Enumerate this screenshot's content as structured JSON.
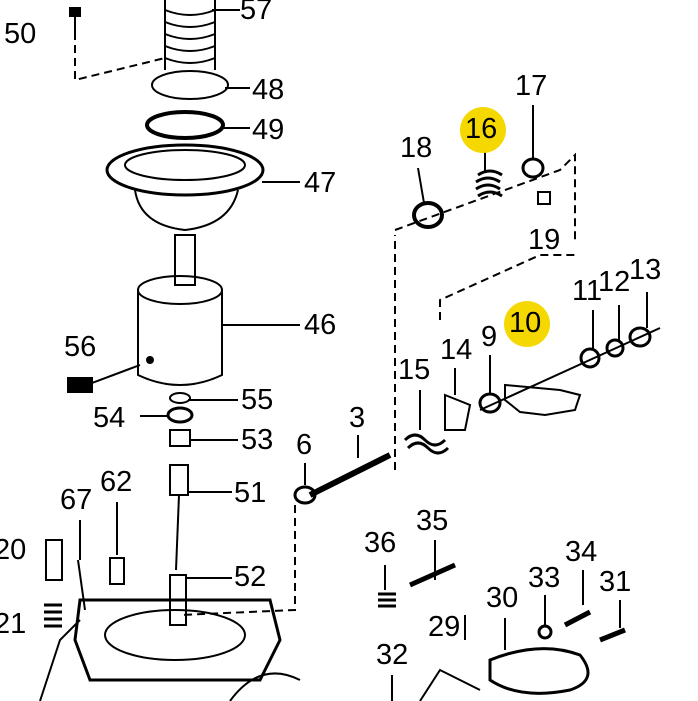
{
  "highlight_color": "#f5d800",
  "callouts": [
    {
      "id": "50",
      "label": "50"
    },
    {
      "id": "57",
      "label": "57"
    },
    {
      "id": "48",
      "label": "48"
    },
    {
      "id": "49",
      "label": "49"
    },
    {
      "id": "47",
      "label": "47"
    },
    {
      "id": "46",
      "label": "46"
    },
    {
      "id": "56",
      "label": "56"
    },
    {
      "id": "55",
      "label": "55"
    },
    {
      "id": "54",
      "label": "54"
    },
    {
      "id": "53",
      "label": "53"
    },
    {
      "id": "51",
      "label": "51"
    },
    {
      "id": "52",
      "label": "52"
    },
    {
      "id": "6",
      "label": "6"
    },
    {
      "id": "3",
      "label": "3"
    },
    {
      "id": "15",
      "label": "15"
    },
    {
      "id": "14",
      "label": "14"
    },
    {
      "id": "9",
      "label": "9"
    },
    {
      "id": "10",
      "label": "10",
      "highlighted": true
    },
    {
      "id": "11",
      "label": "11"
    },
    {
      "id": "12",
      "label": "12"
    },
    {
      "id": "13",
      "label": "13"
    },
    {
      "id": "18",
      "label": "18"
    },
    {
      "id": "16",
      "label": "16",
      "highlighted": true
    },
    {
      "id": "17",
      "label": "17"
    },
    {
      "id": "19",
      "label": "19"
    },
    {
      "id": "67",
      "label": "67"
    },
    {
      "id": "62",
      "label": "62"
    },
    {
      "id": "20",
      "label": "20"
    },
    {
      "id": "21",
      "label": "21"
    },
    {
      "id": "36",
      "label": "36"
    },
    {
      "id": "35",
      "label": "35"
    },
    {
      "id": "29",
      "label": "29"
    },
    {
      "id": "32",
      "label": "32"
    },
    {
      "id": "30",
      "label": "30"
    },
    {
      "id": "33",
      "label": "33"
    },
    {
      "id": "34",
      "label": "34"
    },
    {
      "id": "31",
      "label": "31"
    }
  ]
}
